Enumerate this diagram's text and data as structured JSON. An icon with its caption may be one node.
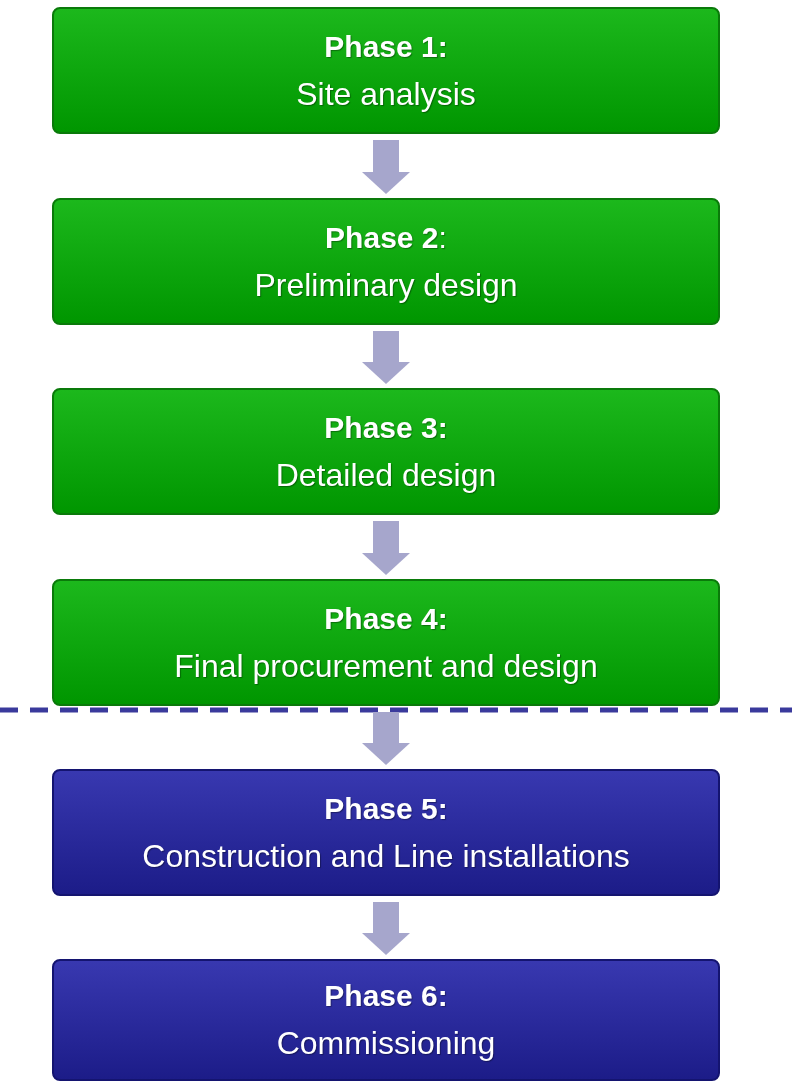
{
  "diagram": {
    "nodes": [
      {
        "text": [
          "Phase 1:",
          "Site analysis"
        ]
      },
      {
        "text": [
          "**Phase 2**:",
          "Preliminary design"
        ]
      },
      {
        "text": [
          "Phase 3:",
          "Detailed design"
        ]
      },
      {
        "text": [
          "Phase 4:",
          "Final procurement and design"
        ]
      },
      {
        "text": [
          "Phase 5:",
          "Construction and Line installations"
        ]
      },
      {
        "text": [
          "Phase 6:",
          "Commissioning"
        ]
      }
    ],
    "edges": [
      {
        "from": 0,
        "to": 1,
        "arrow": "to"
      },
      {
        "from": 1,
        "to": 2,
        "arrow": "to"
      },
      {
        "from": 2,
        "to": 3,
        "arrow": "to"
      },
      {
        "from": 3,
        "to": 4,
        "arrow": "to"
      },
      {
        "from": 4,
        "to": 5,
        "arrow": "to"
      }
    ]
  }
}
